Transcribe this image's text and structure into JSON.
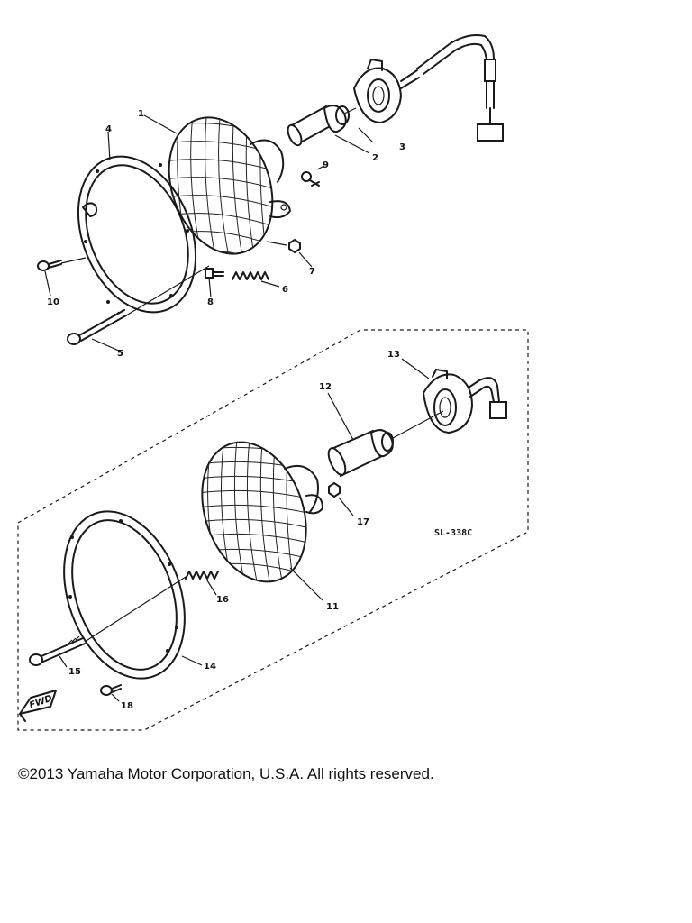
{
  "diagram": {
    "callouts": {
      "p1": "1",
      "p2": "2",
      "p3": "3",
      "p4": "4",
      "p5": "5",
      "p6": "6",
      "p7": "7",
      "p8": "8",
      "p9": "9",
      "p10": "10",
      "p11": "11",
      "p12": "12",
      "p13": "13",
      "p14": "14",
      "p15": "15",
      "p16": "16",
      "p17": "17",
      "p18": "18"
    },
    "diagram_code": "SL-338C",
    "direction_label": "FWD"
  },
  "footer": {
    "copyright": "©2013 Yamaha Motor Corporation, U.S.A. All rights reserved."
  }
}
